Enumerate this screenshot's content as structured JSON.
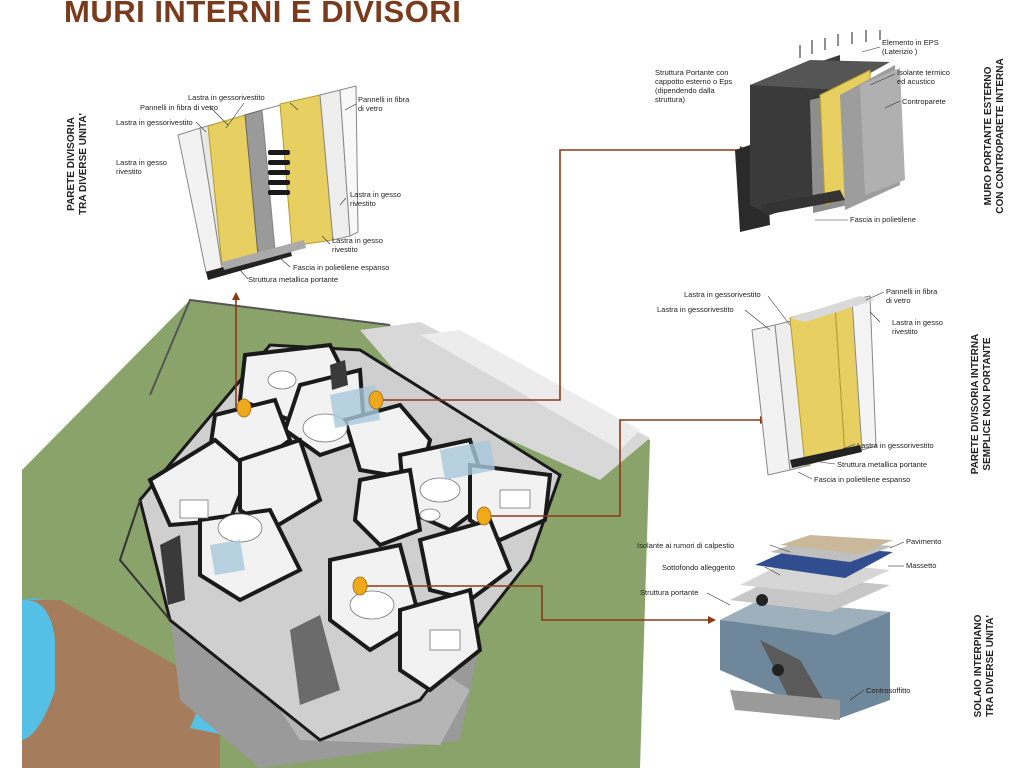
{
  "title": "MURI INTERNI E DIVISORI",
  "sections": {
    "parete_divisoria": {
      "line1": "PARETE DIVISORIA",
      "line2": "TRA DIVERSE UNITA'",
      "labels": {
        "l1": "Lastra in gessorivestito",
        "l2": "Pannelli in fibra di vetro",
        "l3": "Lastra in gessorivestito",
        "l4a": "Lastra in gesso",
        "l4b": "rivestito",
        "l5a": "Pannelli in fibra",
        "l5b": "di vetro",
        "l6a": "Lastra in gesso",
        "l6b": "rivestito",
        "l7a": "Lastra in gesso",
        "l7b": "rivestito",
        "l8": "Fascia in polietilene espanso",
        "l9": "Struttura metallica portante"
      }
    },
    "muro_portante": {
      "line1": "MURO PORTANTE ESTERNO",
      "line2": "CON CONTROPARETE INTERNA",
      "labels": {
        "l1a": "Elemento in EPS",
        "l1b": "(Laterizio )",
        "l2a": "Struttura Portante con",
        "l2b": "cappotto esterno o Eps",
        "l2c": "(dipendendo dalla",
        "l2d": "struttura)",
        "l3a": "Isolante termico",
        "l3b": "ed acustico",
        "l4": "Controparete",
        "l5": "Fascia in polietilene"
      }
    },
    "parete_interna": {
      "line1": "PARETE DIVISORIA INTERNA",
      "line2": "SEMPLICE NON PORTANTE",
      "labels": {
        "l1": "Lastra in gessorivestito",
        "l2": "Lastra in gessorivestito",
        "l3a": "Pannelli in fibra",
        "l3b": "di vetro",
        "l4a": "Lastra in gesso",
        "l4b": "rivestito",
        "l5": "Lastra in gessorivestito",
        "l6": "Struttura metallica portante",
        "l7": "Fascia in polietilene espanso"
      }
    },
    "solaio": {
      "line1": "SOLAIO INTERPIANO",
      "line2": "TRA DIVERSE UNITA'",
      "labels": {
        "l1": "Pavimento",
        "l2": "Isolante ai rumori di calpestio",
        "l3": "Massetto",
        "l4": "Sottofondo alleggerito",
        "l5": "Struttura portante",
        "l6": "Controsoffitto"
      }
    }
  },
  "colors": {
    "title": "#7a3b1c",
    "leader": "#8b3a12",
    "marker": "#f0a91b",
    "insulation": "#e8cf62",
    "gypsum": "#eeeeee",
    "grass": "#8aa36a"
  }
}
